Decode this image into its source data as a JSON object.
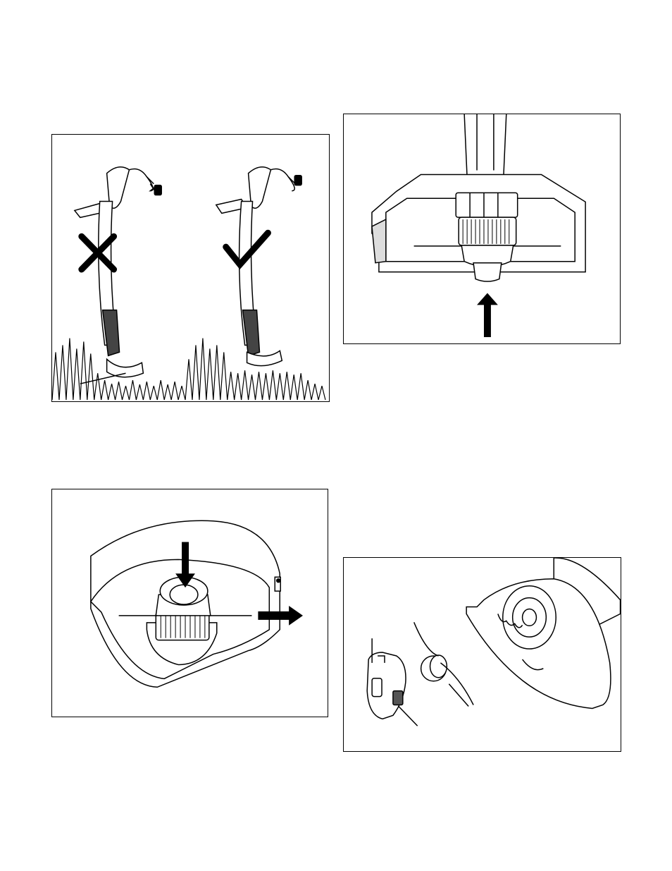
{
  "figures": [
    {
      "id": "fig-a",
      "description_visible_text": ""
    },
    {
      "id": "fig-b",
      "description_visible_text": ""
    },
    {
      "id": "fig-c",
      "description_visible_text": ""
    },
    {
      "id": "fig-d",
      "description_visible_text": ""
    }
  ],
  "colors": {
    "ink": "#000000",
    "paper": "#ffffff",
    "shade": "#d9d9d9"
  },
  "icons": [
    "cross-mark-icon",
    "check-mark-icon",
    "arrow-up-icon",
    "arrow-down-icon",
    "arrow-right-icon"
  ]
}
